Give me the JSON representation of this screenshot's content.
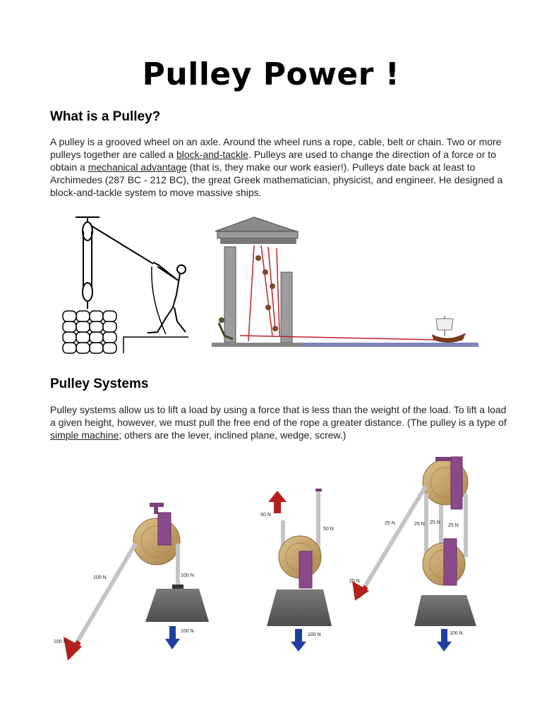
{
  "title": "Pulley Power !",
  "section1": {
    "heading": "What is a Pulley?",
    "p_a": "A pulley is a grooved wheel on an axle.  Around the wheel runs a rope, cable, belt or chain. Two or more pulleys together are called a ",
    "link1": "block-and-tackle",
    "p_b": ".  Pulleys are used to change the direction of a force or to obtain a ",
    "link2": "mechanical advantage",
    "p_c": " (that is, they make our work easier!). Pulleys date back at least to Archimedes (287 BC - 212 BC), the great Greek mathematician, physicist, and engineer.  He designed a block-and-tackle system to move massive ships."
  },
  "section2": {
    "heading": "Pulley Systems",
    "p_a": "Pulley systems allow us to lift a load by using a force that is less than the weight of the load. To lift a load a given height, however, we must pull the free end of the rope a greater distance. (The pulley is a type of ",
    "link": "simple machine",
    "p_b": "; others are the lever, inclined plane, wedge, screw.)"
  },
  "diagrams": {
    "fixed": {
      "rope_left": "100 N",
      "rope_right": "100 N",
      "pull": "100 N",
      "load": "100 N"
    },
    "movable": {
      "up_force": "50 N",
      "rope": "50 N",
      "load": "100 N"
    },
    "compound": {
      "t1": "25 N",
      "t2": "25 N",
      "t3": "25 N",
      "t4": "25 N",
      "pull": "25 N",
      "load": "100 N"
    }
  },
  "colors": {
    "wood": "#c8a06a",
    "bracket": "#8a4a8a",
    "weight": "#666666",
    "up_arrow": "#b3201c",
    "down_arrow": "#1e3fa0",
    "rope": "#c0202a"
  }
}
